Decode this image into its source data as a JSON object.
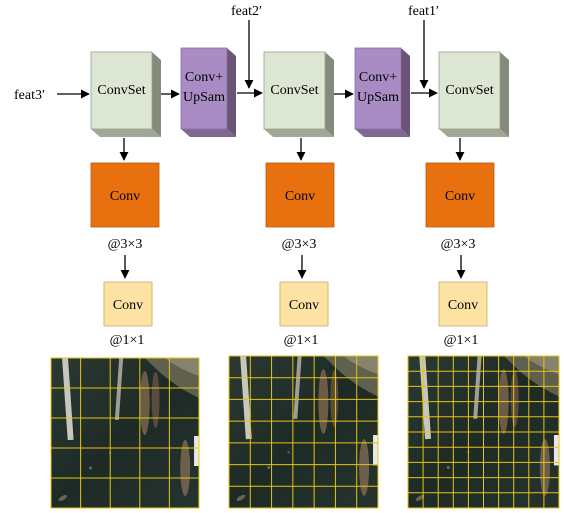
{
  "inputs": {
    "feat3": "feat3′",
    "feat2": "feat2′",
    "feat1": "feat1′"
  },
  "columns": [
    {
      "convset": "ConvSet",
      "conv": "Conv",
      "conv_kernel": "@3×3",
      "conv1": "Conv",
      "conv1_kernel": "@1×1",
      "grid_cells": 5
    },
    {
      "convset": "ConvSet",
      "conv": "Conv",
      "conv_kernel": "@3×3",
      "conv1": "Conv",
      "conv1_kernel": "@1×1",
      "grid_cells": 7
    },
    {
      "convset": "ConvSet",
      "conv": "Conv",
      "conv_kernel": "@3×3",
      "conv1": "Conv",
      "conv1_kernel": "@1×1",
      "grid_cells": 10
    }
  ],
  "upsample_blocks": [
    {
      "line1": "Conv+",
      "line2": "UpSam"
    },
    {
      "line1": "Conv+",
      "line2": "UpSam"
    }
  ],
  "colors": {
    "convset_face": "#dde6d2",
    "convset_side": "#848b7c",
    "upsam_face": "#a98cc3",
    "upsam_side": "#6a5579",
    "conv_orange": "#e8700f",
    "conv_orange_edge": "#b85708",
    "conv1_face": "#fde3a3",
    "conv1_edge": "#c9a860",
    "grid_line": "#e6c414",
    "image_water": "#20302a"
  }
}
